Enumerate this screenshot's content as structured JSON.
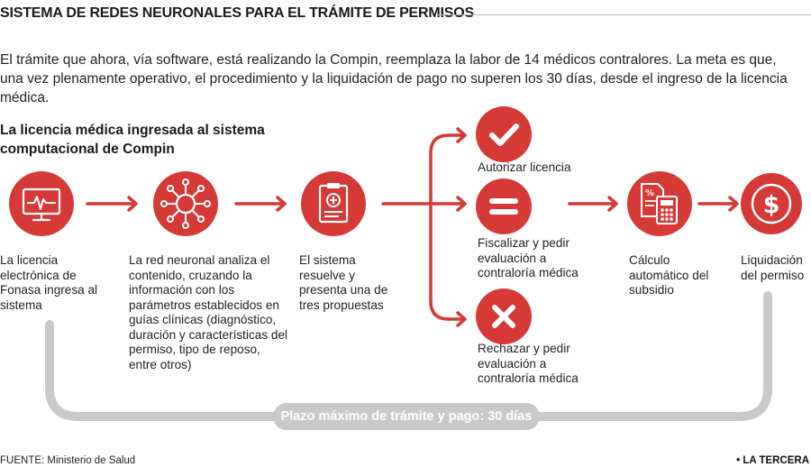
{
  "title": "SISTEMA DE REDES NEURONALES PARA EL TRÁMITE DE PERMISOS",
  "intro": "El trámite que ahora, vía software, está realizando la Compin, reemplaza la labor de 14 médicos contralores. La meta es que, una vez plenamente operativo, el procedimiento y la liquidación de pago no superen los 30 días, desde el ingreso de la licencia médica.",
  "subhead": "La licencia médica ingresada al sistema computacional de Compin",
  "steps": [
    {
      "icon": "monitor-heartbeat-icon",
      "text": "La licencia electrónica de Fonasa ingresa al sistema"
    },
    {
      "icon": "neural-network-icon",
      "text": "La red neuronal analiza el contenido, cruzando la información con los parámetros establecidos en guías clínicas (diagnóstico, duración y características del permiso, tipo de reposo, entre otros)"
    },
    {
      "icon": "clipboard-cross-icon",
      "text": "El sistema resuelve y presenta una de tres propuestas"
    }
  ],
  "options": [
    {
      "icon": "check-icon",
      "text": "Autorizar licencia"
    },
    {
      "icon": "equals-icon",
      "text": "Fiscalizar y pedir evaluación a contraloría médica"
    },
    {
      "icon": "cross-icon",
      "text": "Rechazar y pedir evaluación a contraloría médica"
    }
  ],
  "calc": {
    "icon": "calculator-document-icon",
    "text": "Cálculo automático del subsidio"
  },
  "payment": {
    "icon": "dollar-coin-icon",
    "text": "Liquidación del permiso"
  },
  "deadline": "Plazo máximo de trámite y pago: 30 días",
  "source": "FUENTE: Ministerio de Salud",
  "brand": "• LA TERCERA",
  "colors": {
    "accent": "#d63a36",
    "gray": "#c9c9c9",
    "text": "#222222"
  }
}
